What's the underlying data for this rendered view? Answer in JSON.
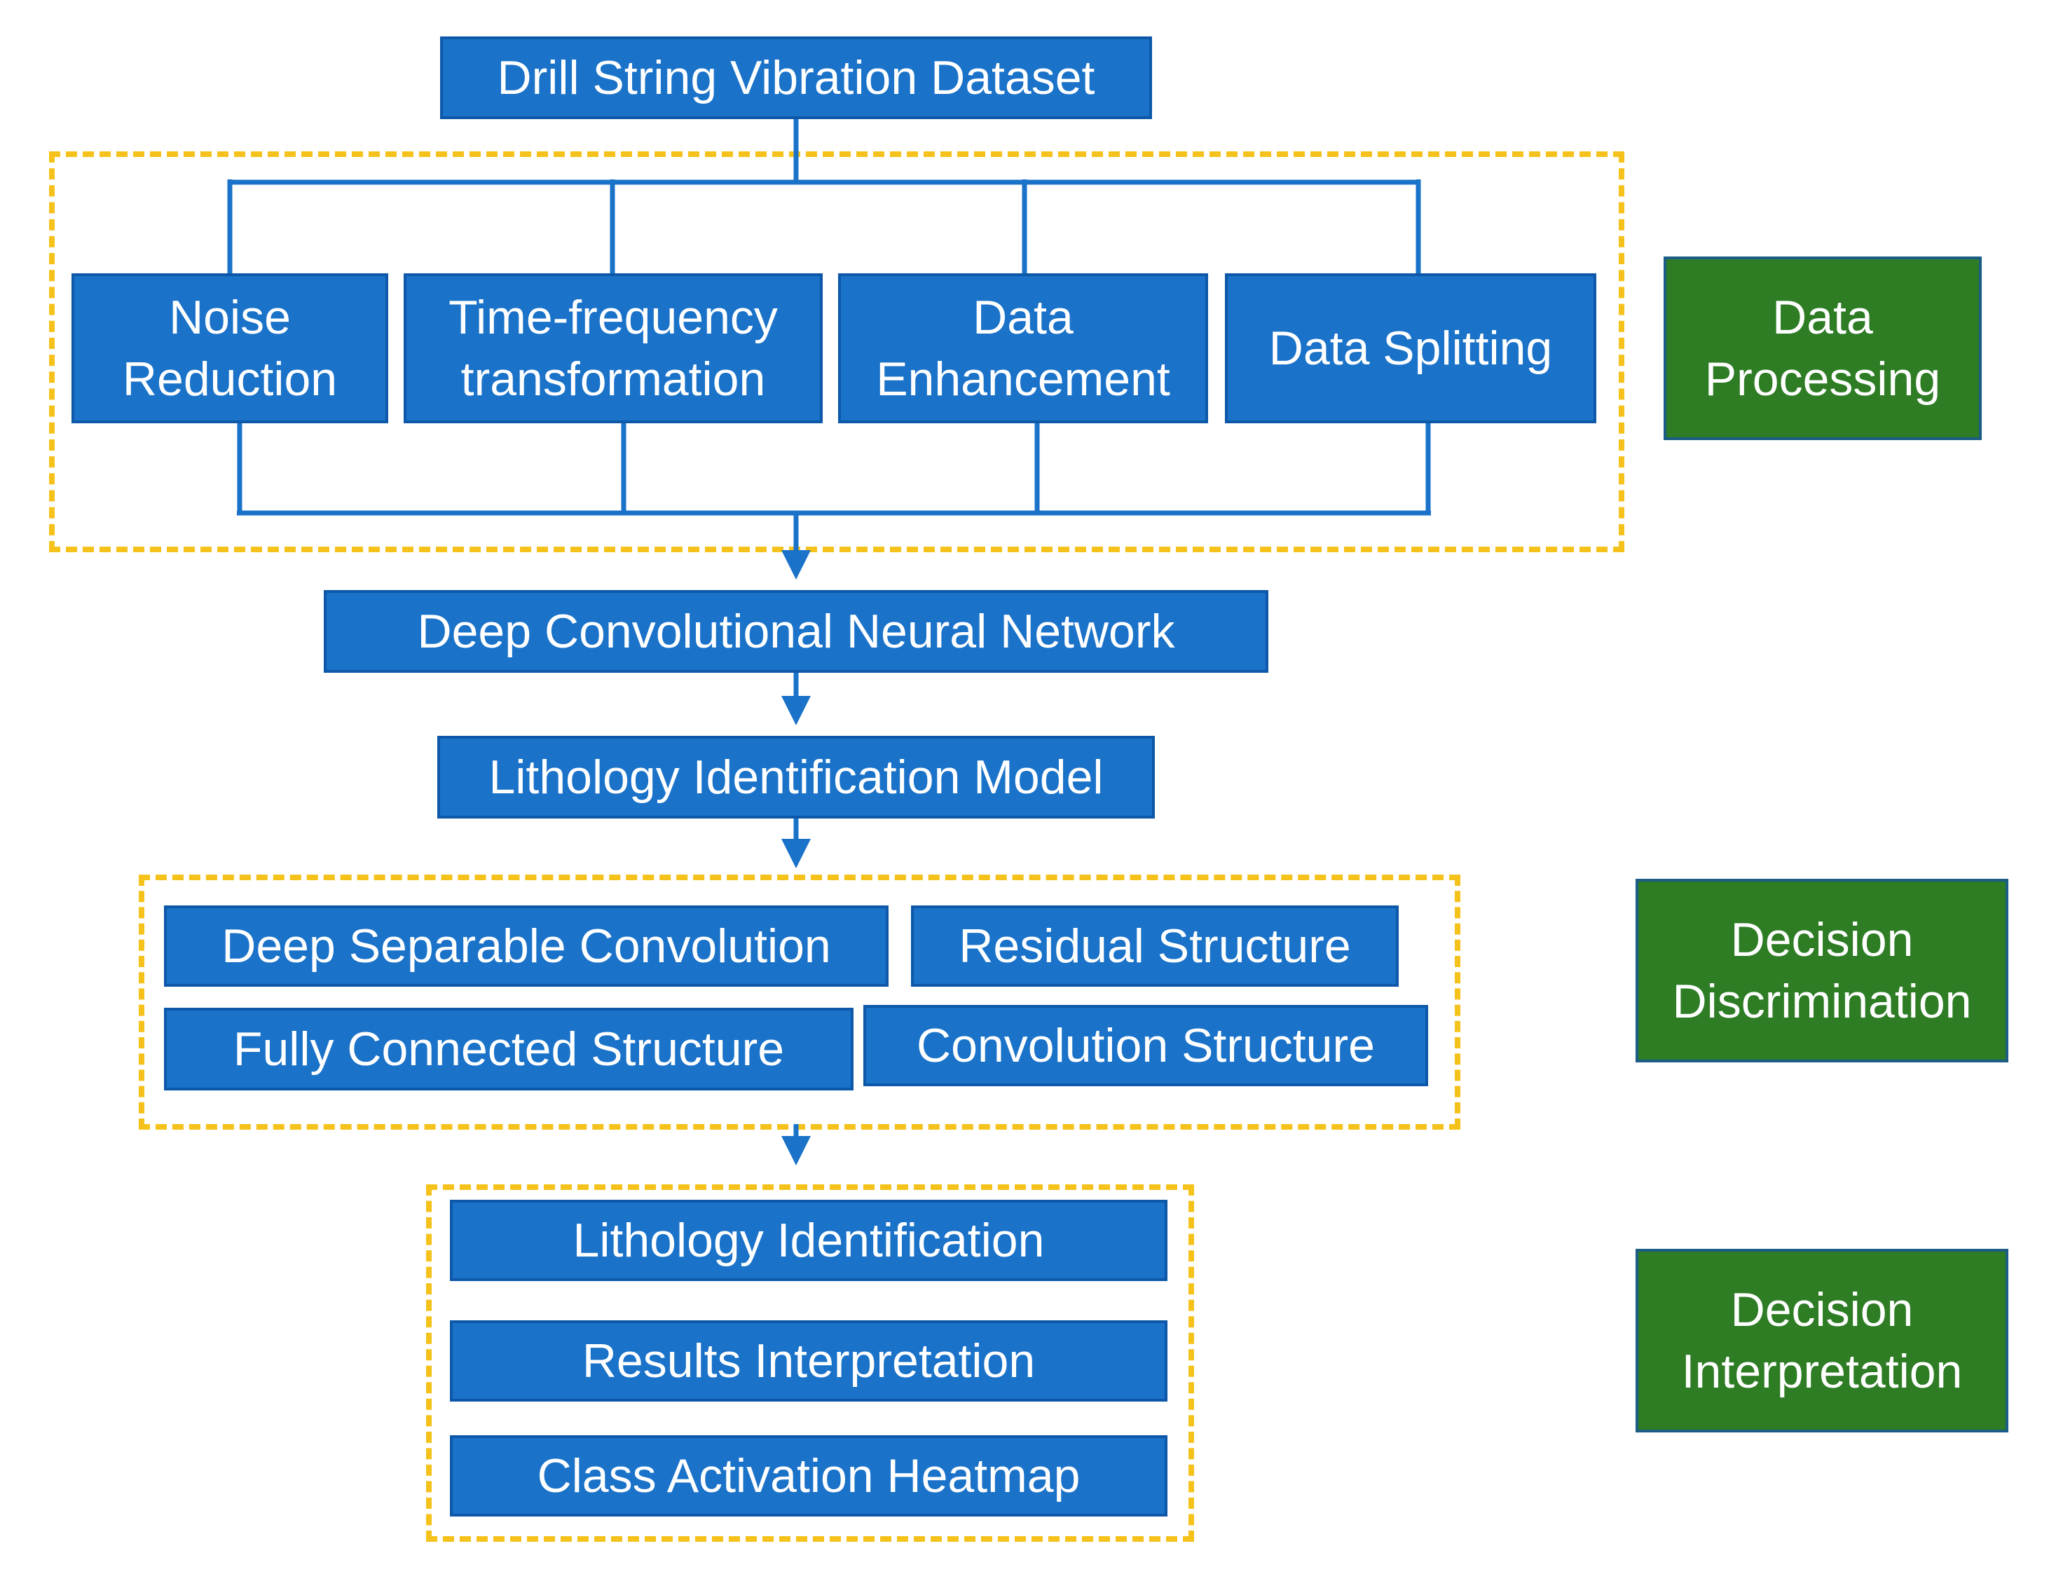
{
  "colors": {
    "node_fill": "#1a72c9",
    "stage_fill": "#2e7d25",
    "group_border": "#f5c21b",
    "connector": "#1a72c9"
  },
  "nodes": {
    "dataset": "Drill String Vibration Dataset",
    "noise_reduction": "Noise\nReduction",
    "time_frequency": "Time-frequency\ntransformation",
    "data_enhancement": "Data\nEnhancement",
    "data_splitting": "Data Splitting",
    "dcnn": "Deep Convolutional Neural Network",
    "lithology_model": "Lithology Identification Model",
    "deep_separable": "Deep Separable Convolution",
    "residual": "Residual Structure",
    "fully_connected": "Fully Connected Structure",
    "convolution": "Convolution Structure",
    "lithology_identification": "Lithology Identification",
    "results_interpretation": "Results Interpretation",
    "class_activation": "Class Activation Heatmap"
  },
  "stages": {
    "data_processing": "Data\nProcessing",
    "decision_discrimination": "Decision\nDiscrimination",
    "decision_interpretation": "Decision\nInterpretation"
  }
}
